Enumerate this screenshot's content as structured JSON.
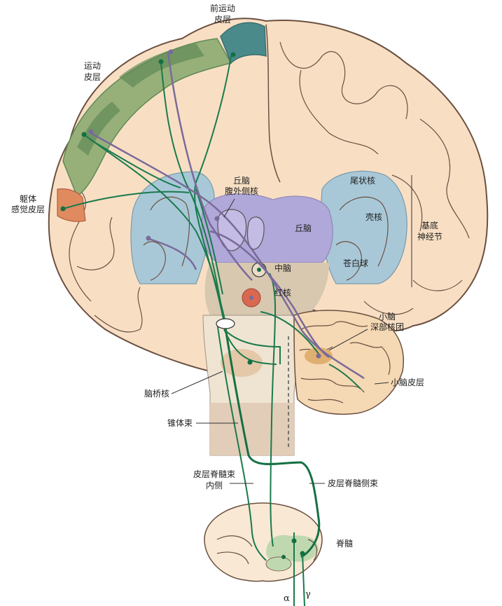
{
  "labels": {
    "premotor_cortex": [
      "前运动",
      "皮层"
    ],
    "motor_cortex": [
      "运动",
      "皮层"
    ],
    "somatosensory_cortex": [
      "躯体",
      "感觉皮层"
    ],
    "thalamus_vl": [
      "丘脑",
      "腹外侧核"
    ],
    "thalamus": "丘脑",
    "caudate": "尾状核",
    "putamen": "壳核",
    "globus_pallidus": "苍白球",
    "basal_ganglia": [
      "基底",
      "神经节"
    ],
    "midbrain": "中脑",
    "red_nucleus": "红核",
    "deep_cerebellar_nuclei": [
      "小脑",
      "深部核团"
    ],
    "cerebellar_cortex": "小脑皮层",
    "pontine_nuclei": "脑桥核",
    "pyramidal_tract": "锥体束",
    "medial_corticospinal": [
      "皮层脊髓束",
      "内侧"
    ],
    "lateral_corticospinal": "皮层脊髓侧束",
    "spinal_cord": "脊髓",
    "alpha": "α",
    "gamma": "γ"
  },
  "colors": {
    "tissue": "#f8dfc4",
    "tissue_outline": "#6b5040",
    "motor_green": "#97b07a",
    "motor_green_dark": "#5f8a55",
    "premotor_teal": "#4a8a8a",
    "sensory_orange": "#e08a60",
    "basal_blue": "#a8c8d8",
    "thalamus_purple": "#b0a8d8",
    "midbrain_tan": "#d8c8b0",
    "red_nucleus": "#d86850",
    "cerebellar_nuclei": "#e0b070",
    "tract_green": "#1a7a4c",
    "loop_purple": "#7a6a9a",
    "spinal_grey": "#c0d8b0"
  }
}
